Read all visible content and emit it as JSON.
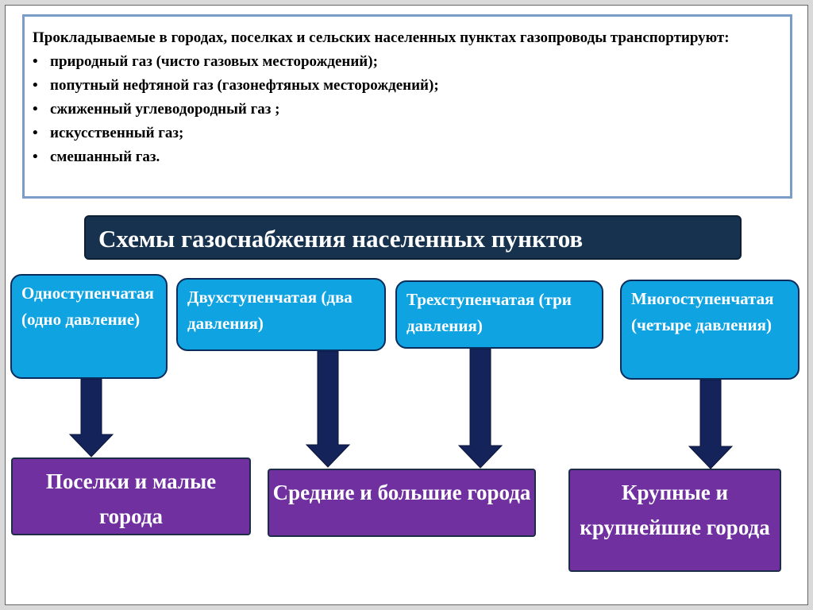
{
  "intro": {
    "text": "Прокладываемые в городах, поселках и сельских населенных пунктах газопроводы транспортируют:",
    "bullets": [
      "природный газ (чисто газовых месторождений);",
      "попутный нефтяной газ (газонефтяных месторождений);",
      "сжиженный углеводородный газ ;",
      "искусственный газ;",
      "смешанный газ."
    ]
  },
  "heading": "Схемы газоснабжения населенных пунктов",
  "stages": [
    {
      "label": "Одноступенчатая (одно давление)"
    },
    {
      "label": "Двухступенчатая (два давления)"
    },
    {
      "label": "Трехступенчатая (три давления)"
    },
    {
      "label": "Многоступенчатая (четыре давления)"
    }
  ],
  "results": [
    {
      "label": "Поселки и малые города"
    },
    {
      "label": "Средние и большие города"
    },
    {
      "label": "Крупные и крупнейшие города"
    }
  ],
  "colors": {
    "stage_fill": "#0fa3e1",
    "result_fill": "#7030a0",
    "heading_fill": "#16324f",
    "arrow_fill": "#14245a"
  }
}
